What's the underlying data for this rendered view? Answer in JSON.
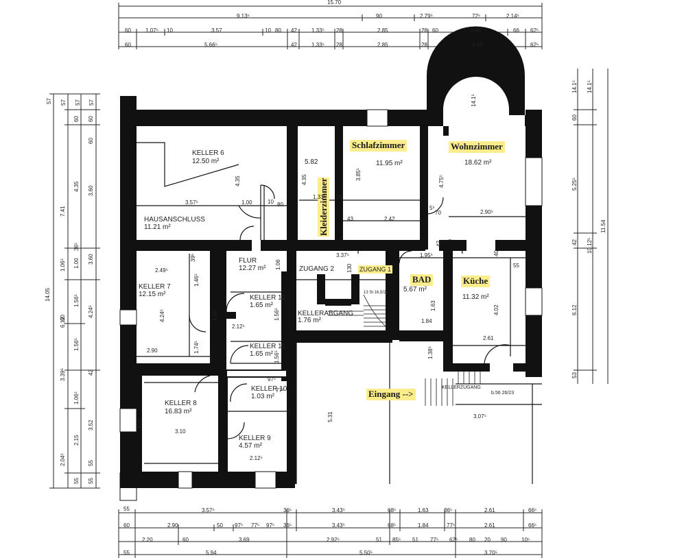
{
  "rooms": {
    "keller6": {
      "name": "KELLER 6",
      "area": "12.50 m²"
    },
    "hausanschluss": {
      "name": "HAUSANSCHLUSS",
      "area": "11.21 m²"
    },
    "kleiderzimmer": {
      "name": "Kleiderzimmer",
      "area": "5.82"
    },
    "schlafzimmer": {
      "name": "Schlafzimmer",
      "area": "11.95 m²"
    },
    "wohnzimmer": {
      "name": "Wohnzimmer",
      "area": "18.62 m²"
    },
    "flur": {
      "name": "FLUR",
      "area": "12.27 m²"
    },
    "zugang2": {
      "name": "ZUGANG 2"
    },
    "zugang1": {
      "name": "ZUGANG 1"
    },
    "bad": {
      "name": "BAD",
      "area": "5.67 m²"
    },
    "kueche": {
      "name": "Küche",
      "area": "11.32 m²"
    },
    "keller7": {
      "name": "KELLER 7",
      "area": "12.15 m²"
    },
    "keller12": {
      "name": "KELLER 12",
      "area": "1.65 m²"
    },
    "kellerabgang": {
      "name": "KELLERABGANG",
      "area": "1.76 m²"
    },
    "keller11": {
      "name": "KELLER 11",
      "area": "1.65 m²"
    },
    "keller10": {
      "name": "KELLER 10",
      "area": "1.03 m²"
    },
    "keller8": {
      "name": "KELLER 8",
      "area": "16.83 m²"
    },
    "keller9": {
      "name": "KELLER 9",
      "area": "4.57 m²"
    },
    "kellerzugang": {
      "name": "KELLERZUGANG"
    },
    "eingang": {
      "name": "Eingang -->"
    }
  },
  "dimensions": {
    "top_total": "15.70",
    "top_row1": [
      "9.13⁵",
      "90",
      "2.79⁵",
      "72⁵",
      "2.14⁵"
    ],
    "top_row2": [
      "60",
      "1.07⁵",
      "10",
      "3.57",
      "10",
      "80",
      "42",
      "1.33⁵",
      "28",
      "2.85",
      "28",
      "60",
      "2.40",
      "66",
      "62⁵"
    ],
    "top_row3": [
      "60",
      "5.66⁵",
      "42",
      "1.33⁵",
      "28",
      "2.85",
      "28",
      "3.66",
      "62⁵"
    ],
    "bottom_row1": [
      "55",
      "3.57⁵",
      "36⁵",
      "3.43⁵",
      "68⁵",
      "1.63",
      "36⁵",
      "2.61",
      "66⁵"
    ],
    "bottom_row2": [
      "60",
      "2.90",
      "50",
      "97⁵",
      "77⁵",
      "97⁵",
      "36⁵",
      "3.43⁵",
      "68⁵",
      "1.84",
      "77⁵",
      "2.61",
      "66⁵"
    ],
    "bottom_row3": [
      "2.20",
      "60",
      "3.69",
      "2.92⁵",
      "51",
      "85⁵",
      "51",
      "77⁵",
      "62⁵",
      "80",
      "20",
      "90",
      "10⁵"
    ],
    "bottom_row4": [
      "55",
      "5.94",
      "5.50⁵",
      "3.70⁵"
    ],
    "left_total": "14.05",
    "left_row1": [
      "57",
      "7.41",
      "6.12",
      "1.06⁵"
    ],
    "left_row2": [
      "57",
      "60",
      "4.35",
      "1.00",
      "36⁵",
      "60",
      "3.39⁵",
      "2.04⁵",
      "55"
    ],
    "left_row3": [
      "57",
      "60",
      "3.60",
      "4.24⁵",
      "1.56⁵",
      "1.56⁵",
      "1.06⁵",
      "2.15",
      "55"
    ],
    "left_row4": [
      "57",
      "60",
      "3.60",
      "42",
      "3.52",
      "55"
    ],
    "right_total": "11.54",
    "right_row1": [
      "14.1⁵",
      "60",
      "5.25⁵",
      "42",
      "6.12",
      "53"
    ],
    "right_row2": [
      "14.1⁵",
      "10.12⁵"
    ],
    "interior": {
      "k6_width": "3.57⁵",
      "k6_height": "4.35",
      "d1": "1.00",
      "d2": "10",
      "d3": "80",
      "kz_h": "4.35",
      "kz_w": "1.33⁵",
      "kz_28": "28",
      "sz_h": "3.85⁵",
      "sz_43": "43",
      "sz_w": "2.42",
      "wz_h": "4.75⁵",
      "wz_w": "2.90⁵",
      "wz_55": "5⁵",
      "wz_70": "70",
      "wz_top": "14.1⁵",
      "zg_w": "3.37⁵",
      "zg_130": "130",
      "bad_w": "1.95⁵",
      "bad_h": "1.63",
      "bad_w2": "1.84",
      "bad_42": "42",
      "k_40": "40",
      "k_55": "55",
      "k_h": "4.02",
      "k_w": "2.61",
      "k7_w": "2.49⁵",
      "k7_39": "39⁵",
      "k7_h": "4.24⁵",
      "k7_w2": "2.90",
      "k7_146": "1.46⁵",
      "k7_174": "1.74⁵",
      "flur_106": "1.06",
      "flur_108": "1.08",
      "k12_156": "1.56⁵",
      "k11_156": "1.56⁵",
      "d212": "2.12⁵",
      "k10_97": "97⁵",
      "k10_77": "77⁵",
      "k8_w": "3.10",
      "k8_h": "3.52",
      "k9_w": "2.12⁵",
      "zgang_h": "5.31",
      "eing_138": "1.38⁵",
      "eing_w": "3.07⁵",
      "step": "b.56 26/23",
      "stair_note": "13 St 16,5/26"
    }
  }
}
